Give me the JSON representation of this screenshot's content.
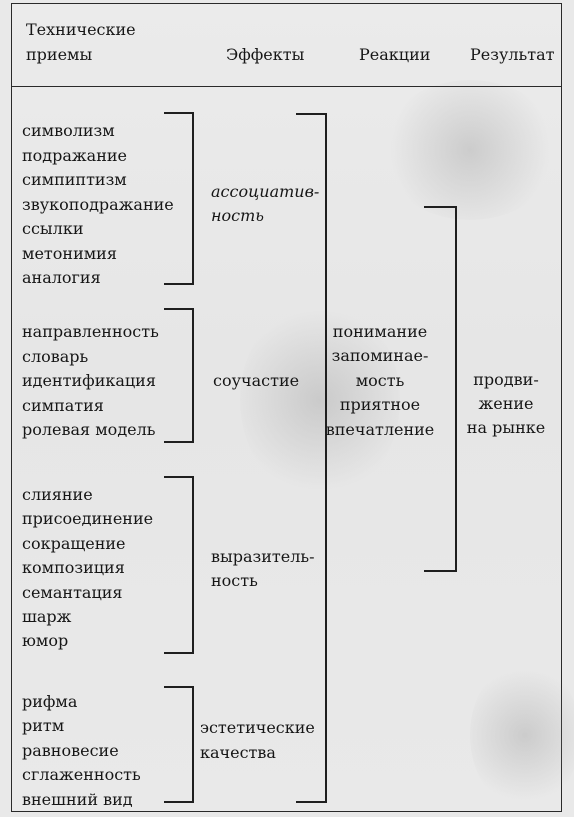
{
  "header": {
    "col_techniques_line1": "Технические",
    "col_techniques_line2": "приемы",
    "col_effects": "Эффекты",
    "col_reactions": "Реакции",
    "col_result": "Результат"
  },
  "groups": [
    {
      "techniques": [
        "символизм",
        "подражание",
        "симпиптизм",
        "звукоподражание",
        "ссылки",
        "метонимия",
        "аналогия"
      ],
      "effect_lines": [
        "ассоциатив-",
        "ность"
      ]
    },
    {
      "techniques": [
        "направленность",
        "словарь",
        "идентификация",
        "симпатия",
        "ролевая модель"
      ],
      "effect_lines": [
        "соучастие"
      ]
    },
    {
      "techniques": [
        "слияние",
        "присоединение",
        "сокращение",
        "композиция",
        "семантация",
        "шарж",
        "юмор"
      ],
      "effect_lines": [
        "выразитель-",
        "ность"
      ]
    },
    {
      "techniques": [
        "рифма",
        "ритм",
        "равновесие",
        "сглаженность",
        "внешний вид"
      ],
      "effect_lines": [
        "эстетические",
        "качества"
      ]
    }
  ],
  "reactions": [
    "понимание",
    "запоминае-",
    "мость",
    "приятное",
    "впечатление"
  ],
  "result": [
    "продви-",
    "жение",
    "на рынке"
  ]
}
